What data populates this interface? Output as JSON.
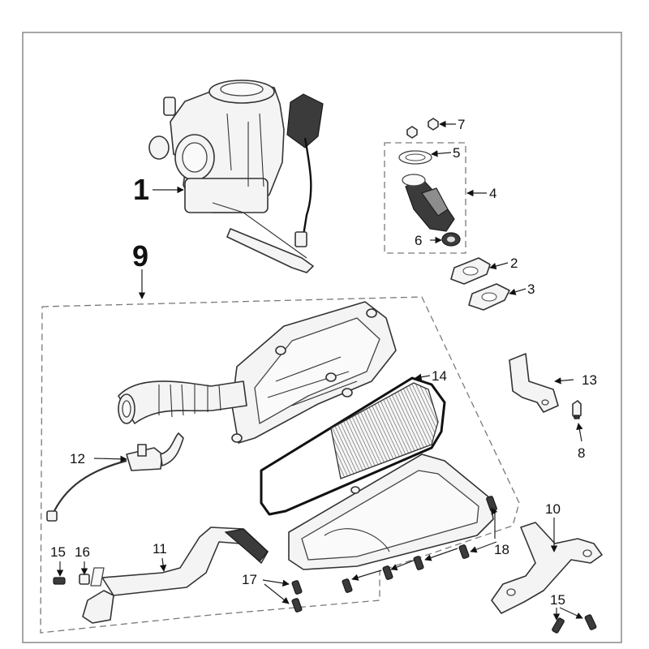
{
  "diagram": {
    "callouts": {
      "c1": "1",
      "c2": "2",
      "c3": "3",
      "c4": "4",
      "c5": "5",
      "c6": "6",
      "c7": "7",
      "c8": "8",
      "c9": "9",
      "c10": "10",
      "c11": "11",
      "c12": "12",
      "c13": "13",
      "c14": "14",
      "c15a": "15",
      "c15b": "15",
      "c16": "16",
      "c17": "17",
      "c18": "18"
    }
  }
}
